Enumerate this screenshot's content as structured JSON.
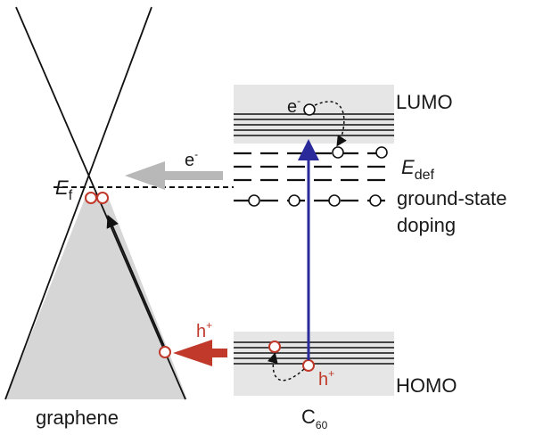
{
  "labels": {
    "graphene": "graphene",
    "c60_base": "C",
    "c60_sub": "60",
    "lumo": "LUMO",
    "homo": "HOMO",
    "ef_base": "E",
    "ef_sub": "f",
    "edef_base": "E",
    "edef_sub": "def",
    "ground_state": "ground-state",
    "doping": "doping",
    "electron_arrow_label": "e",
    "electron_arrow_sup": "-",
    "hole_arrow_label": "h",
    "hole_arrow_sup": "+",
    "lumo_electron_label": "e",
    "lumo_electron_sup": "-",
    "homo_hole_label": "h",
    "homo_hole_sup": "+"
  },
  "colors": {
    "cone_fill": "#d6d6d6",
    "band_fill": "#e6e6e6",
    "line": "#111111",
    "hole_red": "#c0392b",
    "excitation_blue": "#2a2a9a",
    "electron_arrow_gray": "#b8b8b8"
  }
}
